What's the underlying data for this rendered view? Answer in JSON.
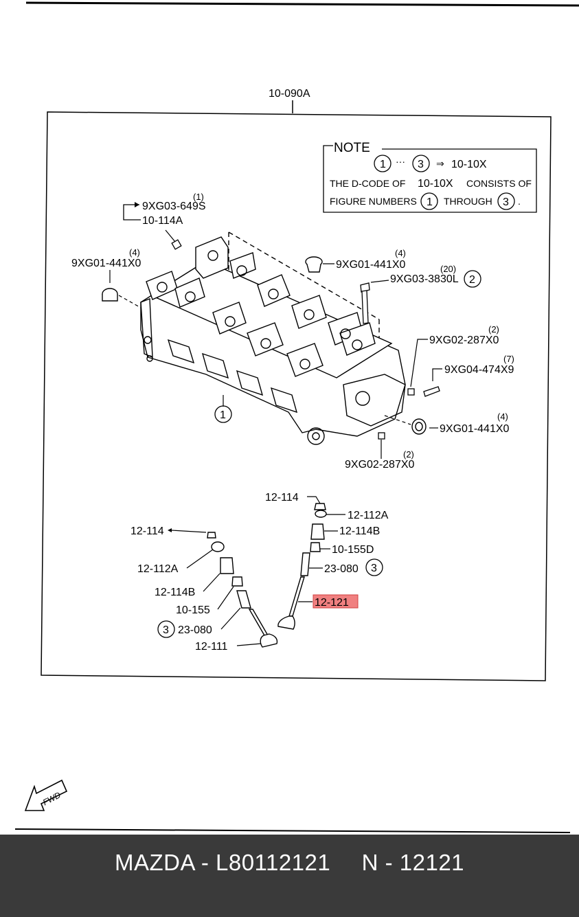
{
  "assembly_label": "10-090A",
  "note": {
    "title": "NOTE",
    "line1_from": "1",
    "line1_dots": "···",
    "line1_to": "3",
    "line1_arrow": "⇒",
    "line1_code": "10-10X",
    "line2_a": "THE D-CODE OF",
    "line2_code": "10-10X",
    "line2_b": "CONSISTS OF",
    "line3_a": "FIGURE NUMBERS",
    "line3_from": "1",
    "line3_b": "THROUGH",
    "line3_to": "3",
    "line3_end": "."
  },
  "callouts": {
    "c1_qty": "(1)",
    "c1_code": "9XG03-649S",
    "c2_code": "10-114A",
    "c3_qty": "(4)",
    "c3_code": "9XG01-441X0",
    "c4_qty": "(4)",
    "c4_code": "9XG01-441X0",
    "c5_qty": "(20)",
    "c5_code": "9XG03-3830L",
    "c5_fig": "2",
    "c6_qty": "(2)",
    "c6_code": "9XG02-287X0",
    "c7_qty": "(7)",
    "c7_code": "9XG04-474X9",
    "c8_qty": "(4)",
    "c8_code": "9XG01-441X0",
    "c9_qty": "(2)",
    "c9_code": "9XG02-287X0",
    "head_fig": "1"
  },
  "valve_right": {
    "keeper": "12-114",
    "seat": "12-112A",
    "spring": "12-114B",
    "seal": "10-155D",
    "guide": "23-080",
    "guide_fig": "3",
    "valve": "12-121"
  },
  "valve_left": {
    "keeper": "12-114",
    "seat": "12-112A",
    "spring": "12-114B",
    "seal": "10-155",
    "guide": "23-080",
    "guide_fig": "3",
    "valve": "12-111"
  },
  "fwd_label": "FWD",
  "highlight_color": "#f08080",
  "footer": {
    "brand": "MAZDA",
    "dash1": "-",
    "part_number": "L80112121",
    "n_label": "N",
    "dash2": "-",
    "n_value": "12121"
  }
}
